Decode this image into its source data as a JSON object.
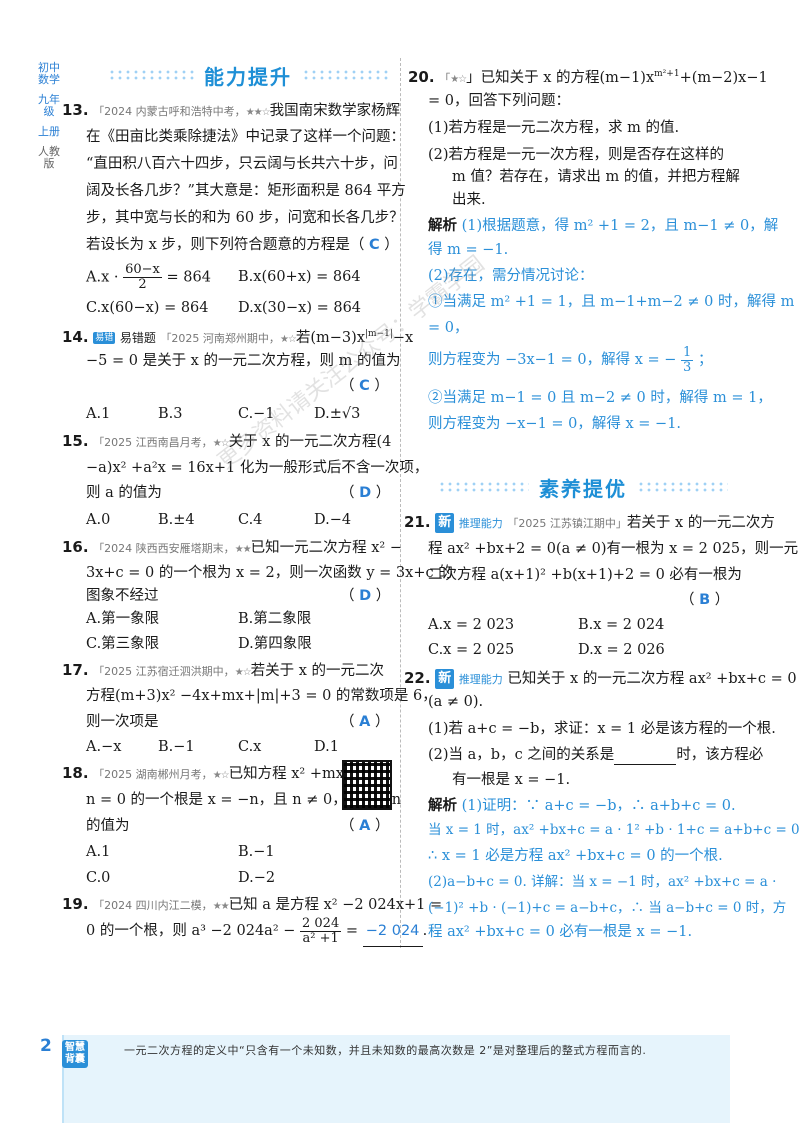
{
  "side": {
    "grade": "初中数学",
    "level": "九年级",
    "book": "上册",
    "edition": "人教版"
  },
  "sections": {
    "ability": "能力提升",
    "literacy": "素养提优"
  },
  "q13": {
    "num": "13.",
    "src": "「2024 内蒙古呼和浩特中考，",
    "l1": "我国南宋数学家杨辉",
    "l2": "在《田亩比类乘除捷法》中记录了这样一个问题：",
    "l3": "“直田积八百六十四步，只云阔与长共六十步，问",
    "l4": "阔及长各几步？”其大意是：矩形面积是 864 平方",
    "l5": "步，其中宽与长的和为 60 步，问宽和长各几步？",
    "l6": "若设长为 x 步，则下列符合题意的方程是（",
    "ans": "C",
    "close": "）",
    "optA_pre": "A.x ·",
    "optA_num": "60−x",
    "optA_den": "2",
    "optA_post": "= 864",
    "optB": "B.x(60+x) = 864",
    "optC": "C.x(60−x) = 864",
    "optD": "D.x(30−x) = 864"
  },
  "q14": {
    "num": "14.",
    "tag": "易错题",
    "src": "「2025 河南郑州期中，",
    "l1": "若(m−3)x",
    "sup": "|m−1|",
    "l1b": "−x",
    "l2": "−5 = 0 是关于 x 的一元二次方程，则 m 的值为",
    "ans": "C",
    "opts": [
      "A.1",
      "B.3",
      "C.−1",
      "D.±√3"
    ]
  },
  "q15": {
    "num": "15.",
    "src": "「2025 江西南昌月考，",
    "l1": "关于 x 的一元二次方程(4",
    "l2": "−a)x² +a²x = 16x+1 化为一般形式后不含一次项，",
    "l3": "则 a 的值为",
    "ans": "D",
    "opts": [
      "A.0",
      "B.±4",
      "C.4",
      "D.−4"
    ]
  },
  "q16": {
    "num": "16.",
    "src": "「2024 陕西西安雁塔期末，",
    "l1": "已知一元二次方程 x² −",
    "l2": "3x+c = 0 的一个根为 x = 2，则一次函数 y = 3x+c 的",
    "l3": "图象不经过",
    "ans": "D",
    "optA": "A.第一象限",
    "optB": "B.第二象限",
    "optC": "C.第三象限",
    "optD": "D.第四象限"
  },
  "q17": {
    "num": "17.",
    "src": "「2025 江苏宿迁泗洪期中，",
    "l1": "若关于 x 的一元二次",
    "l2": "方程(m+3)x² −4x+mx+|m|+3 = 0 的常数项是 6，",
    "l3": "则一次项是",
    "ans": "A",
    "opts": [
      "A.−x",
      "B.−1",
      "C.x",
      "D.1"
    ]
  },
  "q18": {
    "num": "18.",
    "src": "「2025 湖南郴州月考，",
    "l1": "已知方程 x² +mx+",
    "l2": "n = 0 的一个根是 x = −n，且 n ≠ 0，则 m−n",
    "l3": "的值为",
    "ans": "A",
    "optA": "A.1",
    "optB": "B.−1",
    "optC": "C.0",
    "optD": "D.−2"
  },
  "q19": {
    "num": "19.",
    "src": "「2024 四川内江二模，",
    "l1": "已知 a 是方程 x² −2 024x+1 =",
    "l2_pre": "0 的一个根，则 a³ −2 024a² −",
    "frac_num": "2 024",
    "frac_den": "a² +1",
    "l2_post": "=",
    "ans": "−2 024",
    "end": "."
  },
  "q20": {
    "num": "20.",
    "src": "「",
    "l1": "」已知关于 x 的方程(m−1)x",
    "sup": "m²+1",
    "l1b": "+(m−2)x−1",
    "l2": "= 0，回答下列问题：",
    "p1": "(1)若方程是一元二次方程，求 m 的值.",
    "p2a": "(2)若方程是一元一次方程，则是否存在这样的",
    "p2b": "m 值？若存在，请求出 m 的值，并把方程解",
    "p2c": "出来.",
    "sol_label": "解析",
    "s1": "(1)根据题意，得 m² +1 = 2，且 m−1 ≠ 0，解",
    "s2": "得 m = −1.",
    "s3": "(2)存在，需分情况讨论：",
    "s4": "①当满足 m² +1 = 1，且 m−1+m−2 ≠ 0 时，解得 m",
    "s5": "= 0，",
    "s6_pre": "则方程变为 −3x−1 = 0，解得 x = −",
    "s6_num": "1",
    "s6_den": "3",
    "s6_post": "；",
    "s7": "②当满足 m−1 = 0 且 m−2 ≠ 0 时，解得 m = 1，",
    "s8": "则方程变为 −x−1 = 0，解得 x = −1."
  },
  "q21": {
    "num": "21.",
    "xin": "新",
    "tag": "推理能力",
    "src": "「2025 江苏镇江期中」",
    "l1": "若关于 x 的一元二次方",
    "l2": "程 ax² +bx+2 = 0(a ≠ 0)有一根为 x = 2 025，则一元",
    "l3": "二次方程 a(x+1)² +b(x+1)+2 = 0 必有一根为",
    "ans": "B",
    "optA": "A.x = 2 023",
    "optB": "B.x = 2 024",
    "optC": "C.x = 2 025",
    "optD": "D.x = 2 026"
  },
  "q22": {
    "num": "22.",
    "xin": "新",
    "tag": "推理能力",
    "l1": "已知关于 x 的一元二次方程 ax² +bx+c = 0",
    "l2": "(a ≠ 0).",
    "p1": "(1)若 a+c = −b，求证：x = 1 必是该方程的一个根.",
    "p2a": "(2)当 a，b，c 之间的关系是",
    "p2b": "时，该方程必",
    "p2c": "有一根是 x = −1.",
    "sol_label": "解析",
    "s1": "(1)证明：∵ a+c = −b，∴ a+b+c = 0.",
    "s2": "当 x = 1 时，ax² +bx+c = a · 1² +b · 1+c = a+b+c = 0.",
    "s3": "∴ x = 1 必是方程 ax² +bx+c = 0 的一个根.",
    "s4": "(2)a−b+c = 0. 详解：当 x = −1 时，ax² +bx+c = a ·",
    "s5": "(−1)² +b · (−1)+c = a−b+c，∴ 当 a−b+c = 0 时，方",
    "s6": "程 ax² +bx+c = 0 必有一根是 x = −1."
  },
  "footer": {
    "page": "2",
    "tip_label": "智慧背囊",
    "tip": "一元二次方程的定义中“只含有一个未知数，并且未知数的最高次数是 2”是对整理后的整式方程而言的."
  },
  "watermark": "更多资料请关注公众号：学霸学园"
}
